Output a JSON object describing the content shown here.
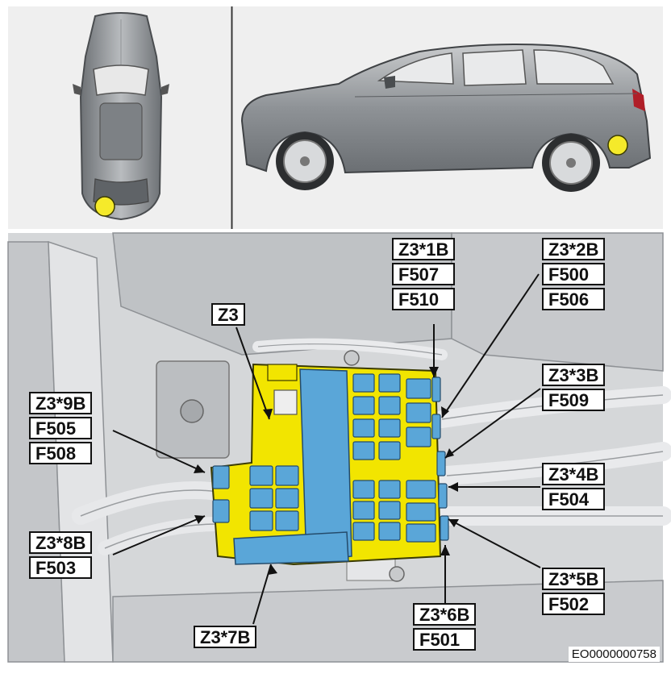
{
  "figure_id": "EO0000000758",
  "colors": {
    "component": "#f2e500",
    "connector": "#5aa6d8",
    "locator": "#f5ea2a",
    "drawing": "#9a9ea2"
  },
  "callouts": {
    "z3": [
      "Z3"
    ],
    "z3_1b": [
      "Z3*1B",
      "F507",
      "F510"
    ],
    "z3_2b": [
      "Z3*2B",
      "F500",
      "F506"
    ],
    "z3_3b": [
      "Z3*3B",
      "F509"
    ],
    "z3_4b": [
      "Z3*4B",
      "F504"
    ],
    "z3_5b": [
      "Z3*5B",
      "F502"
    ],
    "z3_6b": [
      "Z3*6B",
      "F501"
    ],
    "z3_7b": [
      "Z3*7B"
    ],
    "z3_8b": [
      "Z3*8B",
      "F503"
    ],
    "z3_9b": [
      "Z3*9B",
      "F505",
      "F508"
    ]
  }
}
